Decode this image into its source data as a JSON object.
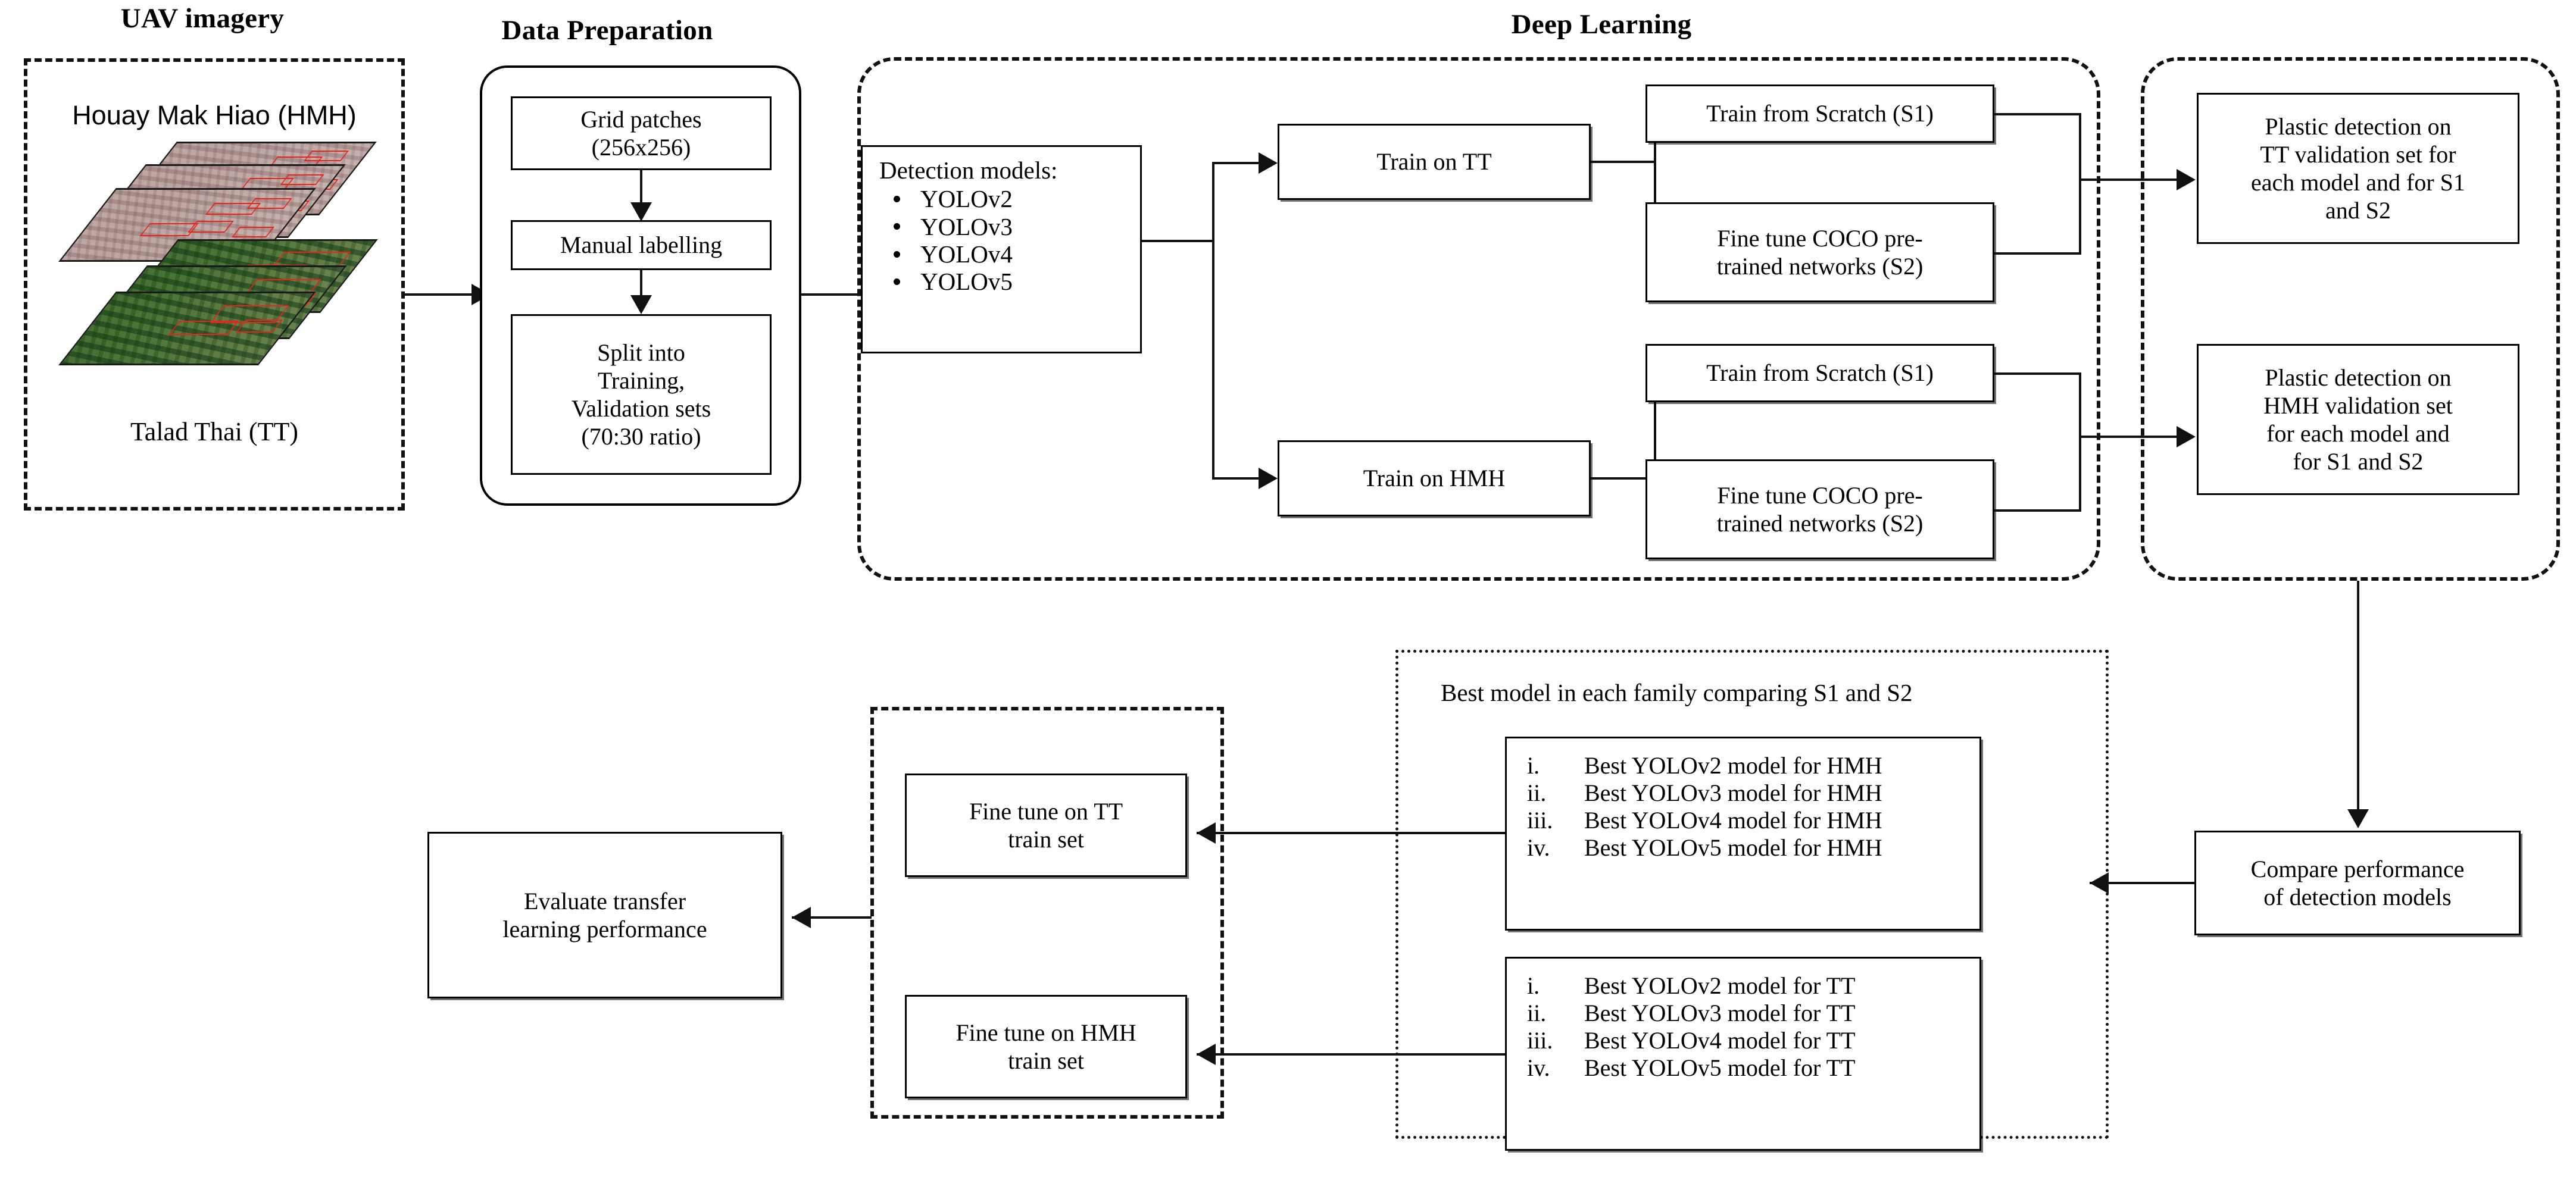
{
  "sections": {
    "uav": {
      "title": "UAV imagery"
    },
    "data_prep": {
      "title": "Data Preparation"
    },
    "deep_learning": {
      "title": "Deep Learning"
    }
  },
  "uav_group": {
    "hmh_caption": "Houay Mak Hiao (HMH)",
    "tt_caption": "Talad Thai (TT)"
  },
  "data_prep": {
    "grid_patches": "Grid patches\n(256x256)",
    "manual_labelling": "Manual labelling",
    "split": "Split into\nTraining,\nValidation sets\n(70:30 ratio)"
  },
  "detection_models": {
    "heading": "Detection models:",
    "items": [
      "YOLOv2",
      "YOLOv3",
      "YOLOv4",
      "YOLOv5"
    ]
  },
  "training": {
    "train_tt": "Train on TT",
    "train_hmh": "Train on HMH",
    "scratch_tt": "Train from Scratch (S1)",
    "finetune_tt": "Fine tune COCO pre-\ntrained networks (S2)",
    "scratch_hmh": "Train from Scratch (S1)",
    "finetune_hmh": "Fine tune COCO pre-\ntrained networks (S2)"
  },
  "evaluation": {
    "plastic_tt": "Plastic detection on\nTT validation set  for\neach model and for S1\nand S2",
    "plastic_hmh": "Plastic detection on\nHMH validation set\nfor each model and\nfor S1 and S2",
    "compare": "Compare performance\nof detection models"
  },
  "best_models": {
    "group_label": "Best model in each family comparing S1 and S2",
    "hmh_list": {
      "markers": [
        "i.",
        "ii.",
        "iii.",
        "iv."
      ],
      "items": [
        "Best YOLOv2 model for HMH",
        "Best YOLOv3 model for HMH",
        "Best YOLOv4 model for HMH",
        "Best YOLOv5 model for HMH"
      ]
    },
    "tt_list": {
      "markers": [
        "i.",
        "ii.",
        "iii.",
        "iv."
      ],
      "items": [
        "Best YOLOv2 model for TT",
        "Best YOLOv3 model for TT",
        "Best YOLOv4 model for TT",
        "Best YOLOv5 model for TT"
      ]
    }
  },
  "transfer": {
    "finetune_tt": "Fine tune on TT\ntrain set",
    "finetune_hmh": "Fine tune on HMH\ntrain set",
    "evaluate": "Evaluate transfer\nlearning performance"
  },
  "colors": {
    "stroke": "#111111",
    "box_border": "#000000",
    "annotation_red": "#e8241b",
    "background": "#ffffff"
  }
}
